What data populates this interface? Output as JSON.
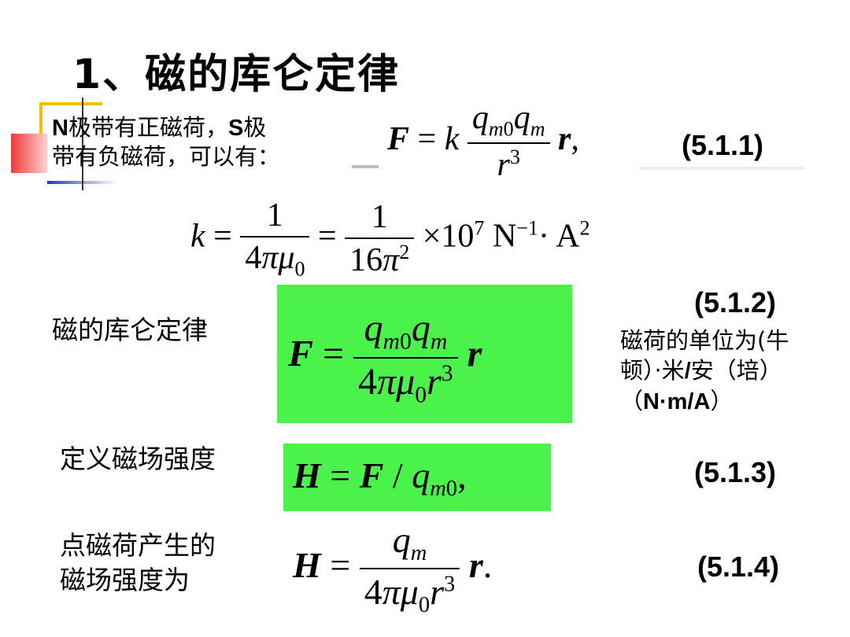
{
  "title": "1、磁的库仑定律",
  "intro": {
    "line1_a": "N",
    "line1_b": "极带有正磁荷，",
    "line1_c": "S",
    "line1_d": "极",
    "line2": "带有负磁荷，可以有："
  },
  "equations": {
    "eq1_num": "(5.1.1)",
    "eq2_num": "(5.1.2)",
    "eq3_num": "(5.1.3)",
    "eq4_num": "(5.1.4)"
  },
  "labels": {
    "coulomb_law": "磁的库仑定律",
    "define_field": "定义磁场强度",
    "point_charge_line1": "点磁荷产生的",
    "point_charge_line2": "磁场强度为"
  },
  "unit_note": {
    "line1": "磁荷的单位为(牛",
    "line2_a": "顿）·米",
    "line2_b": "/",
    "line2_c": "安（培）",
    "line3_a": "（",
    "line3_b": "N·m/A",
    "line3_c": "）"
  },
  "colors": {
    "highlight_box": "#4cf24c",
    "deco_yellow": "#f0c000",
    "deco_blue": "#2b3aa8",
    "deco_red": "#f03a3a"
  }
}
